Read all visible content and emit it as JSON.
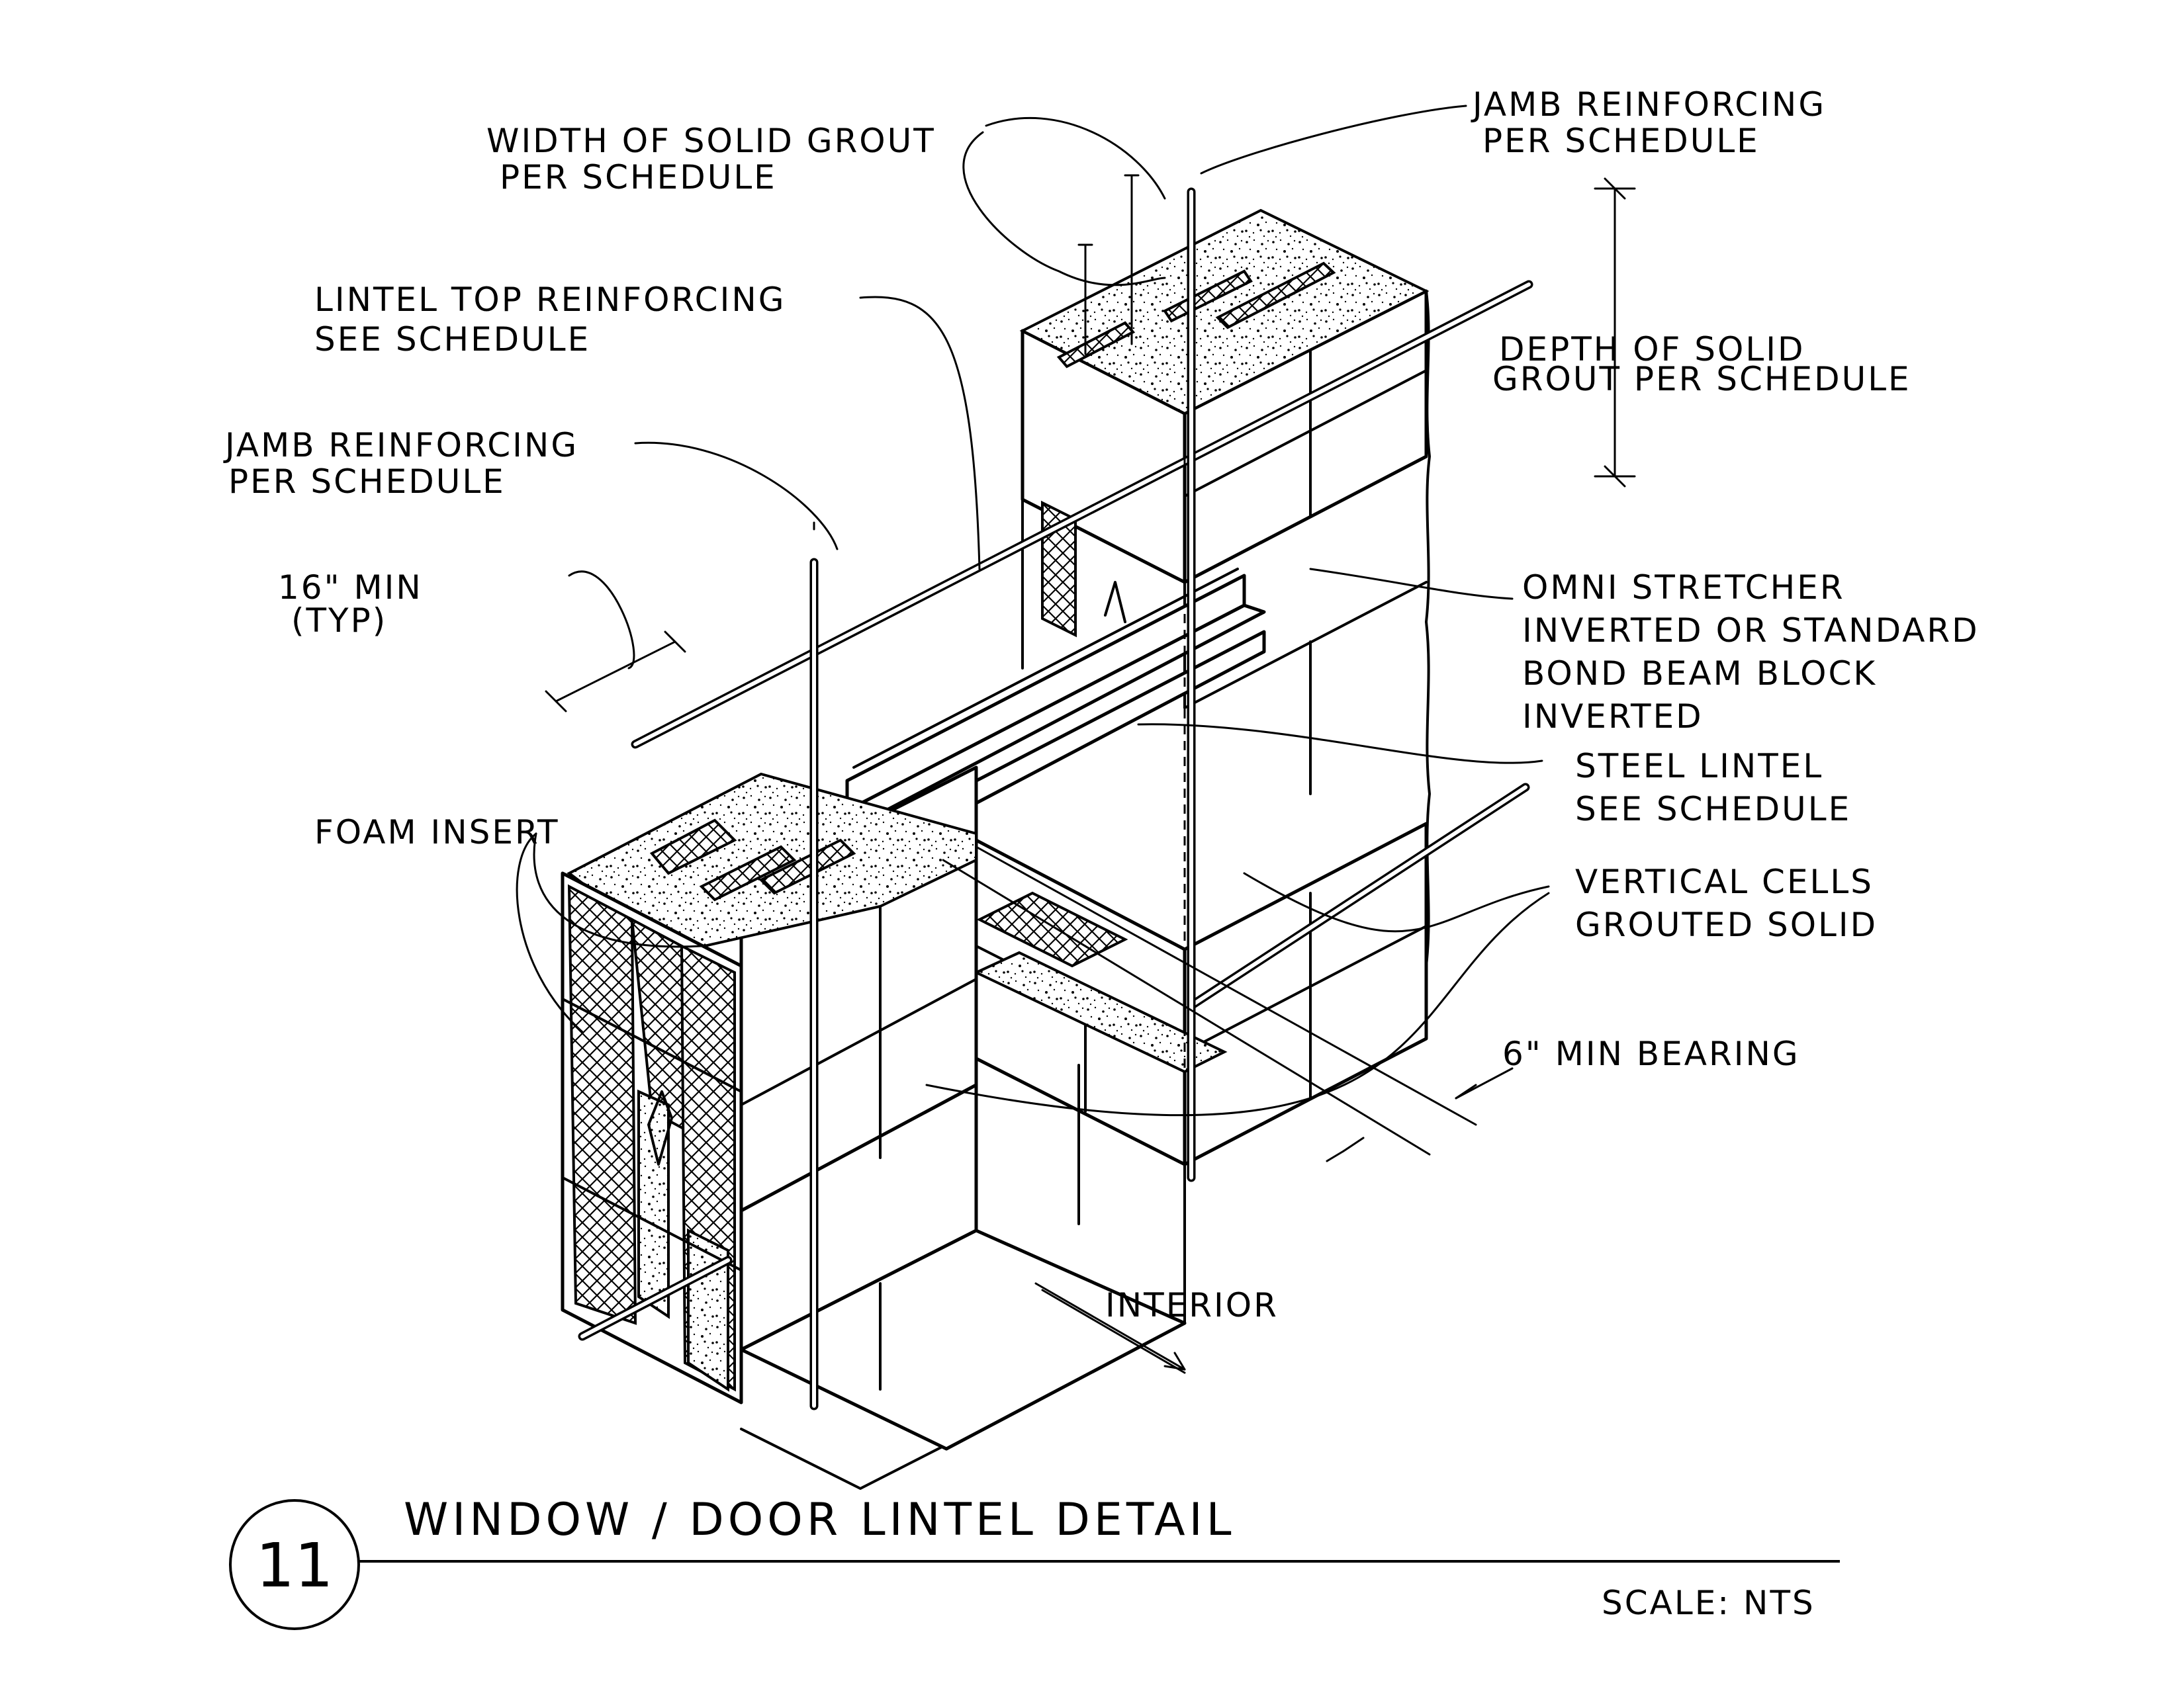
{
  "title": "WINDOW / DOOR LINTEL DETAIL",
  "detail_number": "11",
  "scale": "SCALE: NTS",
  "labels": {
    "width_of_grout": [
      "WIDTH OF SOLID GROUT",
      "PER SCHEDULE"
    ],
    "jamb_reinf_top": [
      "JAMB REINFORCING",
      "PER SCHEDULE"
    ],
    "lintel_top_reinf": [
      "LINTEL TOP REINFORCING",
      "SEE SCHEDULE"
    ],
    "depth_of_grout": [
      "DEPTH OF SOLID",
      "GROUT PER SCHEDULE"
    ],
    "jamb_reinf_left": [
      "JAMB REINFORCING",
      "PER SCHEDULE"
    ],
    "min_16": [
      "16\" MIN",
      "(TYP)"
    ],
    "omni_stretcher": [
      "OMNI STRETCHER",
      "INVERTED OR STANDARD",
      "BOND BEAM BLOCK",
      "INVERTED"
    ],
    "steel_lintel": [
      "STEEL LINTEL",
      "SEE SCHEDULE"
    ],
    "foam_insert": "FOAM INSERT",
    "vertical_cells": [
      "VERTICAL CELLS",
      "GROUTED SOLID"
    ],
    "min_bearing": "6\" MIN BEARING",
    "interior": "INTERIOR"
  }
}
